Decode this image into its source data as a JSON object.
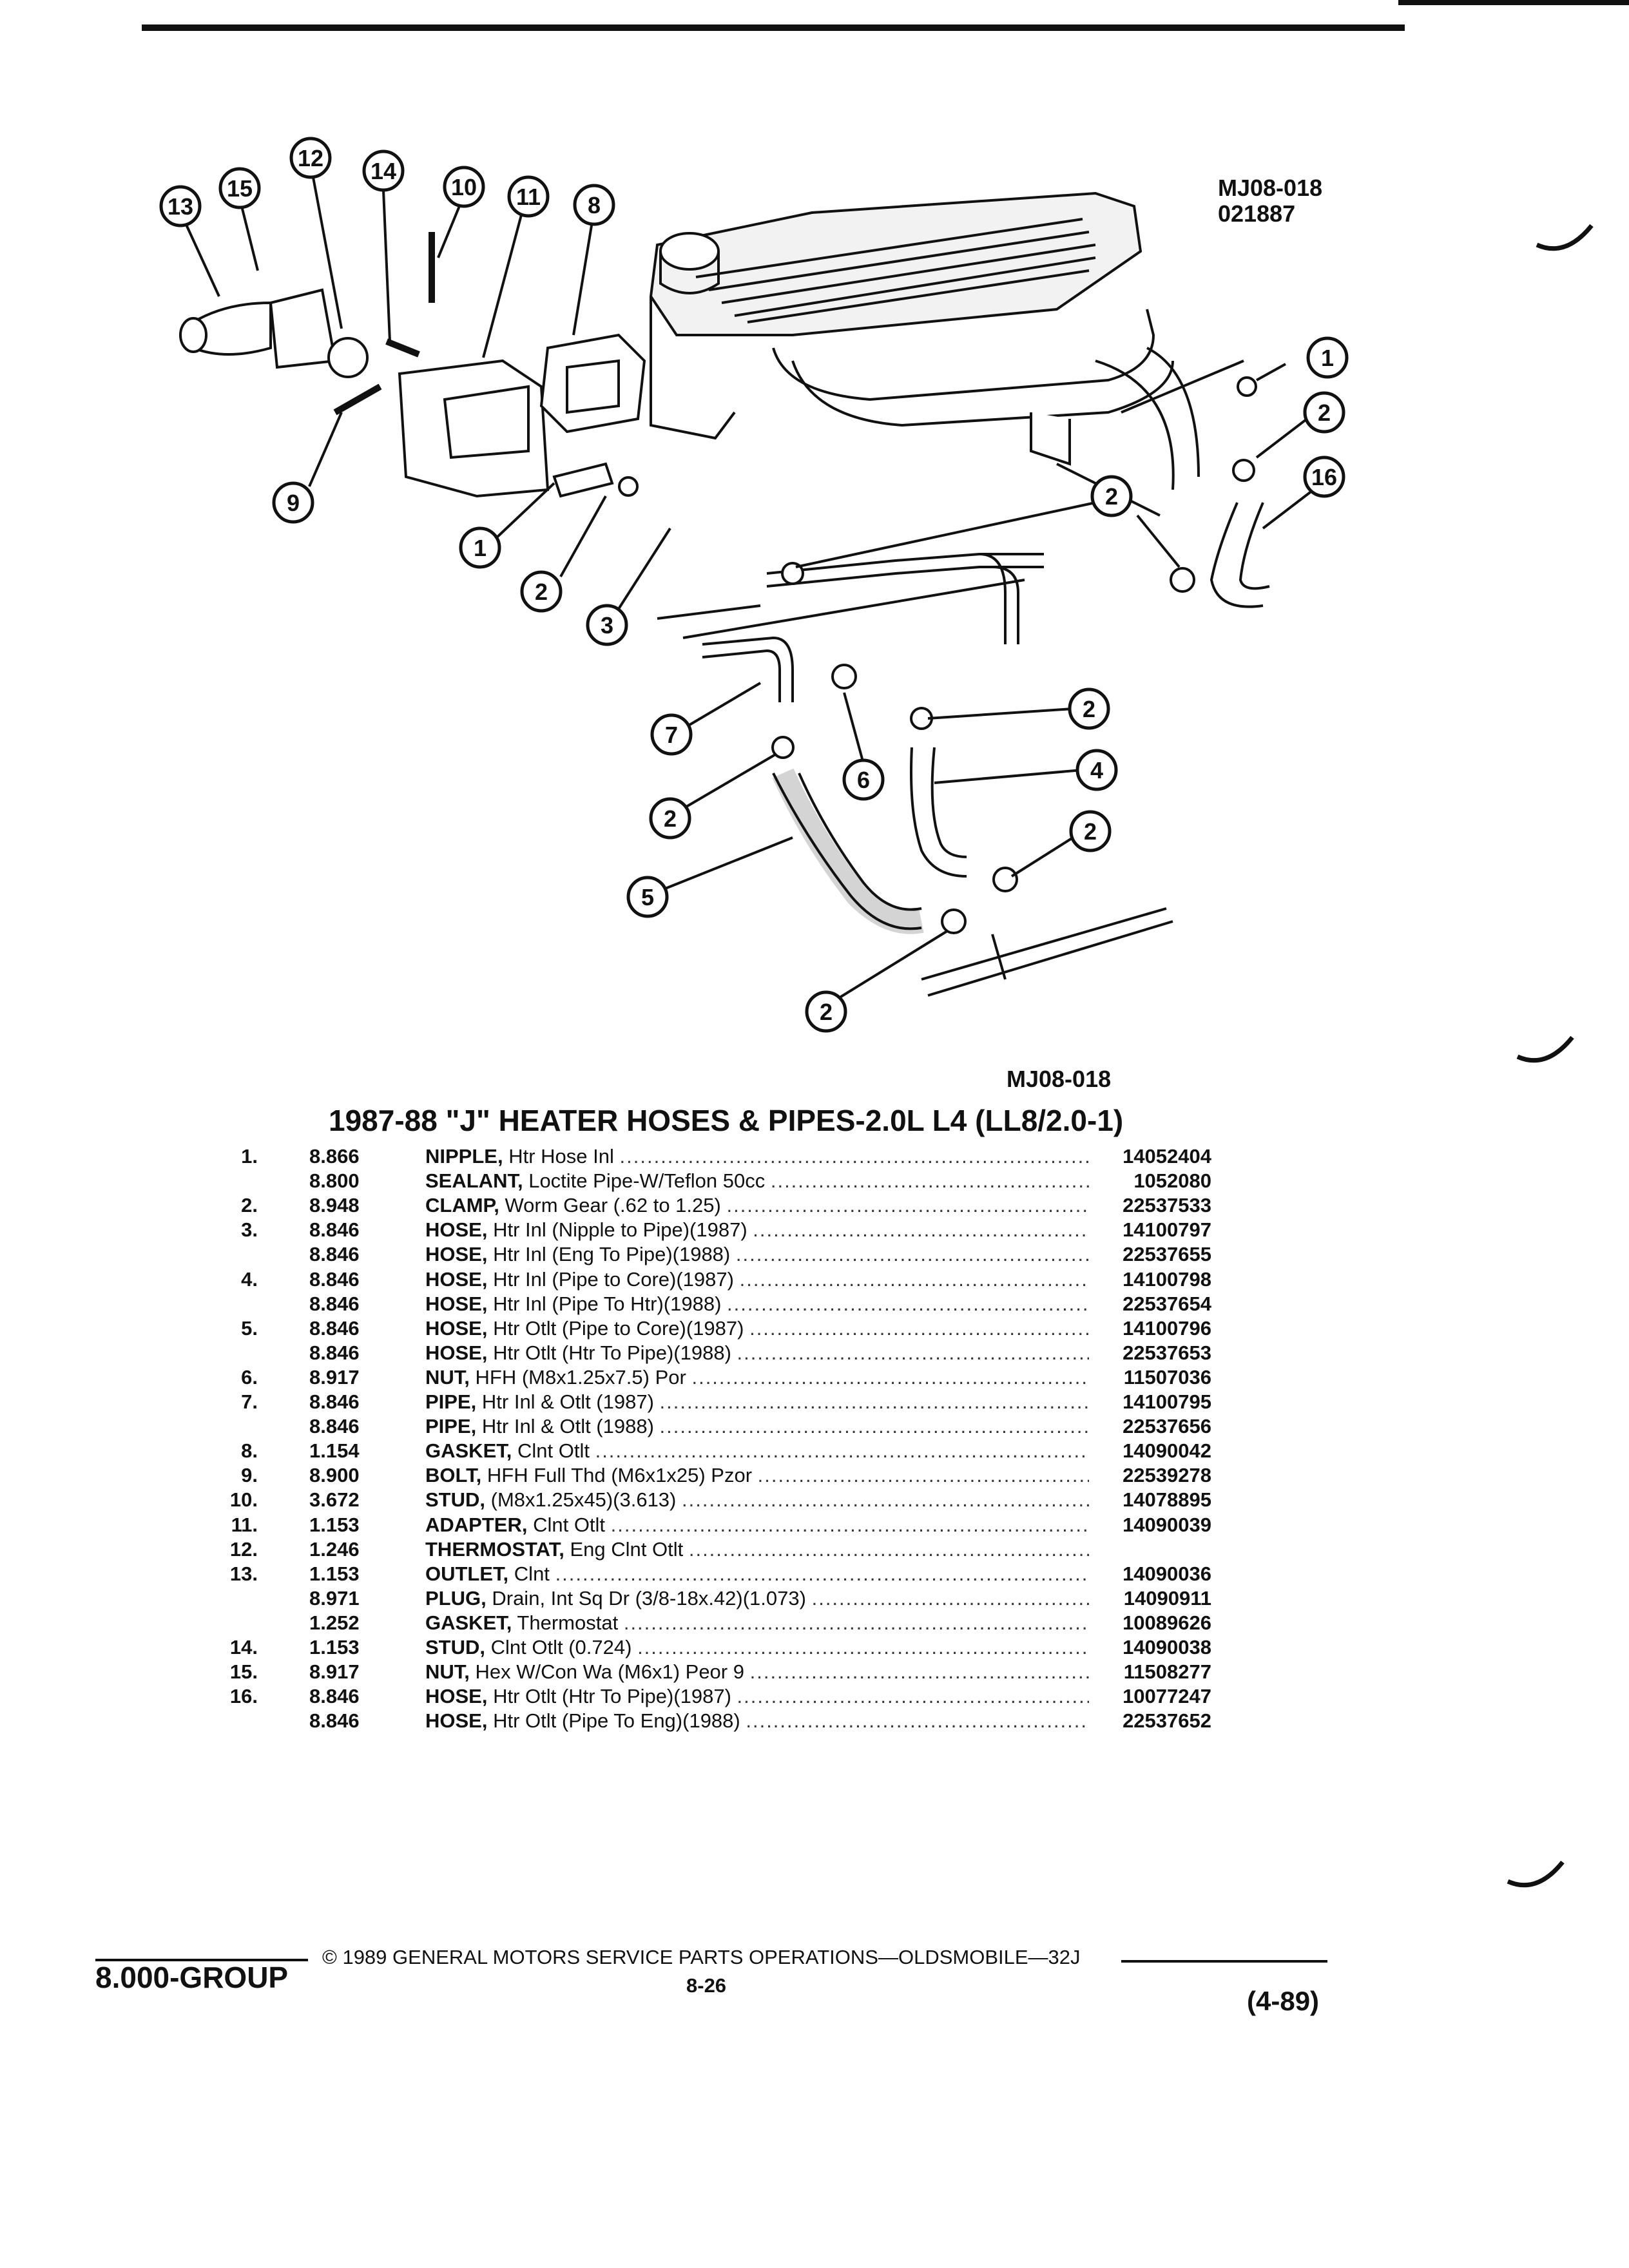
{
  "header": {
    "ref_code_top": "MJ08-018",
    "ref_date": "021887",
    "ref_code_bottom": "MJ08-018"
  },
  "callouts": [
    "13",
    "15",
    "12",
    "14",
    "10",
    "11",
    "8",
    "9",
    "1",
    "2",
    "3",
    "1",
    "2",
    "16",
    "2",
    "7",
    "6",
    "2",
    "4",
    "2",
    "2",
    "5",
    "2"
  ],
  "section_title": "1987-88 \"J\" HEATER HOSES & PIPES-2.0L L4 (LL8/2.0-1)",
  "parts": [
    {
      "idx": "1.",
      "grp": "8.866",
      "name": "NIPPLE,",
      "desc": "Htr Hose Inl",
      "pn": "14052404"
    },
    {
      "idx": "",
      "grp": "8.800",
      "name": "SEALANT,",
      "desc": "Loctite Pipe-W/Teflon 50cc",
      "pn": "1052080"
    },
    {
      "idx": "2.",
      "grp": "8.948",
      "name": "CLAMP,",
      "desc": "Worm Gear (.62 to 1.25)",
      "pn": "22537533"
    },
    {
      "idx": "3.",
      "grp": "8.846",
      "name": "HOSE,",
      "desc": "Htr Inl (Nipple to Pipe)(1987)",
      "pn": "14100797"
    },
    {
      "idx": "",
      "grp": "8.846",
      "name": "HOSE,",
      "desc": "Htr Inl (Eng To Pipe)(1988)",
      "pn": "22537655"
    },
    {
      "idx": "4.",
      "grp": "8.846",
      "name": "HOSE,",
      "desc": "Htr Inl (Pipe to Core)(1987)",
      "pn": "14100798"
    },
    {
      "idx": "",
      "grp": "8.846",
      "name": "HOSE,",
      "desc": "Htr Inl (Pipe To Htr)(1988)",
      "pn": "22537654"
    },
    {
      "idx": "5.",
      "grp": "8.846",
      "name": "HOSE,",
      "desc": "Htr Otlt (Pipe to Core)(1987)",
      "pn": "14100796"
    },
    {
      "idx": "",
      "grp": "8.846",
      "name": "HOSE,",
      "desc": "Htr Otlt (Htr To Pipe)(1988)",
      "pn": "22537653"
    },
    {
      "idx": "6.",
      "grp": "8.917",
      "name": "NUT,",
      "desc": "HFH (M8x1.25x7.5) Por",
      "pn": "11507036"
    },
    {
      "idx": "7.",
      "grp": "8.846",
      "name": "PIPE,",
      "desc": "Htr Inl & Otlt (1987)",
      "pn": "14100795"
    },
    {
      "idx": "",
      "grp": "8.846",
      "name": "PIPE,",
      "desc": "Htr Inl & Otlt (1988)",
      "pn": "22537656"
    },
    {
      "idx": "8.",
      "grp": "1.154",
      "name": "GASKET,",
      "desc": "Clnt Otlt",
      "pn": "14090042"
    },
    {
      "idx": "9.",
      "grp": "8.900",
      "name": "BOLT,",
      "desc": "HFH Full Thd (M6x1x25) Pzor",
      "pn": "22539278"
    },
    {
      "idx": "10.",
      "grp": "3.672",
      "name": "STUD,",
      "desc": "(M8x1.25x45)(3.613)",
      "pn": "14078895"
    },
    {
      "idx": "11.",
      "grp": "1.153",
      "name": "ADAPTER,",
      "desc": "Clnt Otlt",
      "pn": "14090039"
    },
    {
      "idx": "12.",
      "grp": "1.246",
      "name": "THERMOSTAT,",
      "desc": "Eng Clnt Otlt",
      "pn": ""
    },
    {
      "idx": "13.",
      "grp": "1.153",
      "name": "OUTLET,",
      "desc": "Clnt",
      "pn": "14090036"
    },
    {
      "idx": "",
      "grp": "8.971",
      "name": "PLUG,",
      "desc": "Drain, Int Sq Dr (3/8-18x.42)(1.073)",
      "pn": "14090911"
    },
    {
      "idx": "",
      "grp": "1.252",
      "name": "GASKET,",
      "desc": "Thermostat",
      "pn": "10089626"
    },
    {
      "idx": "14.",
      "grp": "1.153",
      "name": "STUD,",
      "desc": "Clnt Otlt (0.724)",
      "pn": "14090038"
    },
    {
      "idx": "15.",
      "grp": "8.917",
      "name": "NUT,",
      "desc": "Hex W/Con Wa (M6x1) Peor 9",
      "pn": "11508277"
    },
    {
      "idx": "16.",
      "grp": "8.846",
      "name": "HOSE,",
      "desc": "Htr Otlt (Htr To Pipe)(1987)",
      "pn": "10077247"
    },
    {
      "idx": "",
      "grp": "8.846",
      "name": "HOSE,",
      "desc": "Htr Otlt (Pipe To Eng)(1988)",
      "pn": "22537652"
    }
  ],
  "footer": {
    "group": "8.000-GROUP",
    "copyright": "© 1989 GENERAL MOTORS SERVICE PARTS OPERATIONS—OLDSMOBILE—32J",
    "page": "8-26",
    "revision": "(4-89)"
  }
}
